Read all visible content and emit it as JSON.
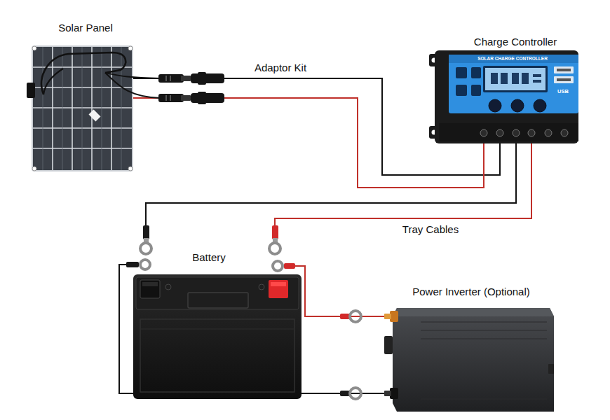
{
  "diagram": {
    "nodes": [
      {
        "text": [
          "Solar Panel"
        ]
      },
      {
        "text": [
          "Charge Controller"
        ]
      },
      {
        "text": [
          "Battery"
        ]
      },
      {
        "text": [
          "Power Inverter (Optional)"
        ]
      }
    ],
    "edges": [
      {
        "from": 0,
        "to": 1,
        "arrow": "none",
        "label": "Adaptor Kit"
      },
      {
        "from": 1,
        "to": 2,
        "arrow": "none",
        "label": "Tray Cables"
      },
      {
        "from": 2,
        "to": 3,
        "arrow": "none"
      }
    ],
    "labels": [
      "SOLAR CHARGE CONTROLLER",
      "USB"
    ]
  }
}
